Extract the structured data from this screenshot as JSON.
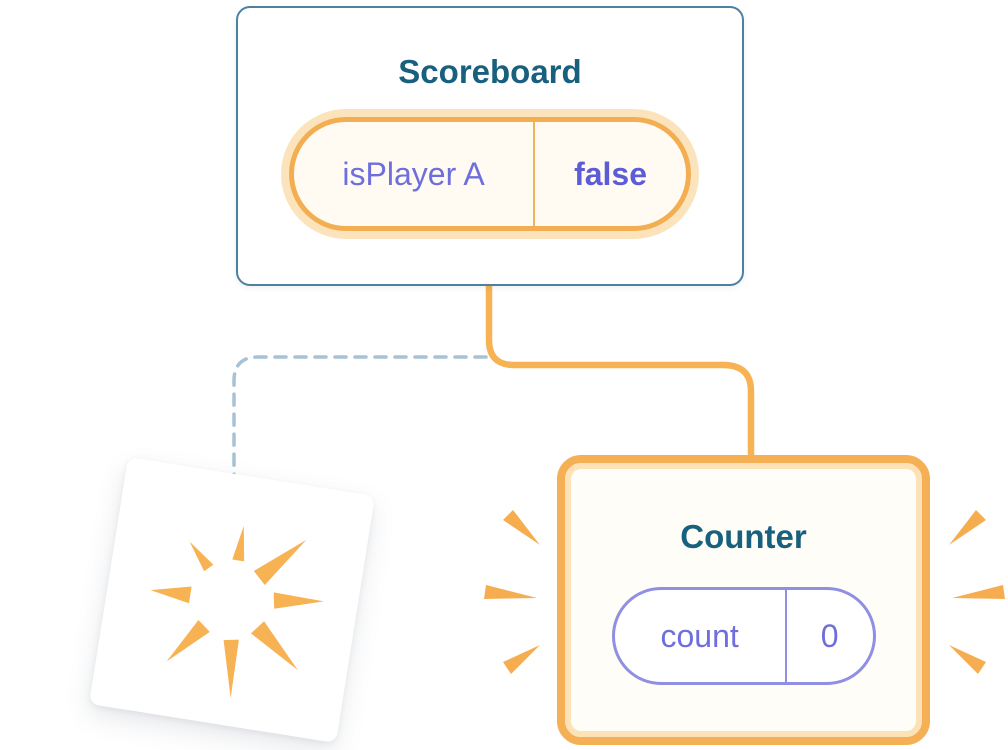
{
  "diagram": {
    "scoreboard_card": {
      "title": "Scoreboard",
      "state": {
        "name": "isPlayer A",
        "value": "false"
      }
    },
    "counter_card": {
      "title": "Counter",
      "state": {
        "name": "count",
        "value": "0"
      }
    },
    "icons": {
      "sparkles": "sparkles-icon",
      "poof_burst": "poof-burst-icon",
      "emphasis_burst": "emphasis-burst-icon"
    },
    "colors": {
      "card_border_blue": "#4e81a0",
      "title_text": "#19607f",
      "state_text_purple": "#6e6edd",
      "state_value_purple": "#5c5cd6",
      "highlight_orange": "#f5b056",
      "highlight_orange_light": "#fce2b6",
      "purple_border": "#8f8fe3",
      "dashed_connector_blue": "#a5c2d6",
      "burst_orange": "#f6b253"
    }
  }
}
